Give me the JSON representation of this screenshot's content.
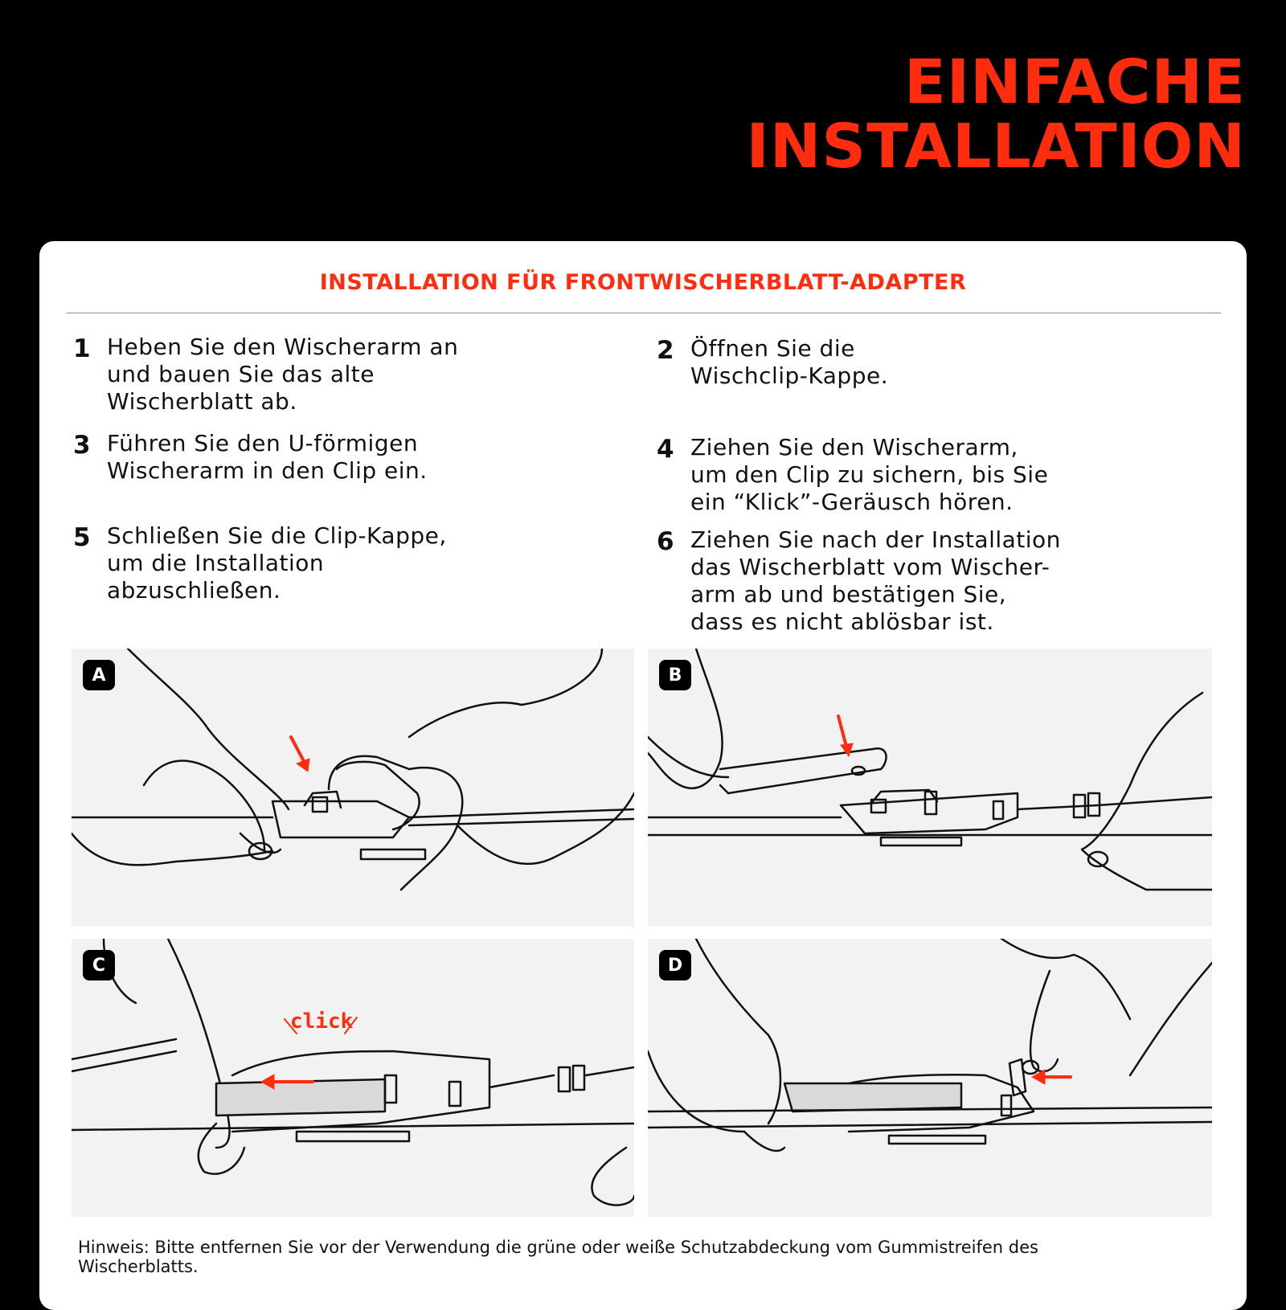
{
  "hero": {
    "line1": "EINFACHE",
    "line2": "INSTALLATION"
  },
  "card": {
    "heading": "INSTALLATION FÜR FRONTWISCHERBLATT-ADAPTER",
    "steps": [
      {
        "number": "1",
        "text": "Heben Sie den Wischerarm an\nund bauen Sie das alte\nWischerblatt ab."
      },
      {
        "number": "2",
        "text": "Öffnen Sie die\nWischclip-Kappe."
      },
      {
        "number": "3",
        "text": "Führen Sie den U-förmigen\nWischerarm in den Clip ein."
      },
      {
        "number": "4",
        "text": "Ziehen Sie den Wischerarm,\num den Clip zu sichern, bis Sie\nein “Klick”-Geräusch hören."
      },
      {
        "number": "5",
        "text": "Schließen Sie die Clip-Kappe,\num die Installation\nabzuschließen."
      },
      {
        "number": "6",
        "text": "Ziehen Sie nach der Installation\ndas Wischerblatt vom Wischer-\narm ab und bestätigen Sie,\ndass es nicht ablösbar ist."
      }
    ],
    "panels": [
      {
        "label": "A"
      },
      {
        "label": "B"
      },
      {
        "label": "C",
        "annotation": "click"
      },
      {
        "label": "D"
      }
    ],
    "note": "Hinweis: Bitte entfernen Sie vor der Verwendung die grüne oder weiße Schutzabdeckung vom Gummistreifen des Wischerblatts."
  },
  "colors": {
    "accent": "#ff2d0d",
    "background": "#000000",
    "card": "#ffffff",
    "panel": "#f2f2f2"
  }
}
